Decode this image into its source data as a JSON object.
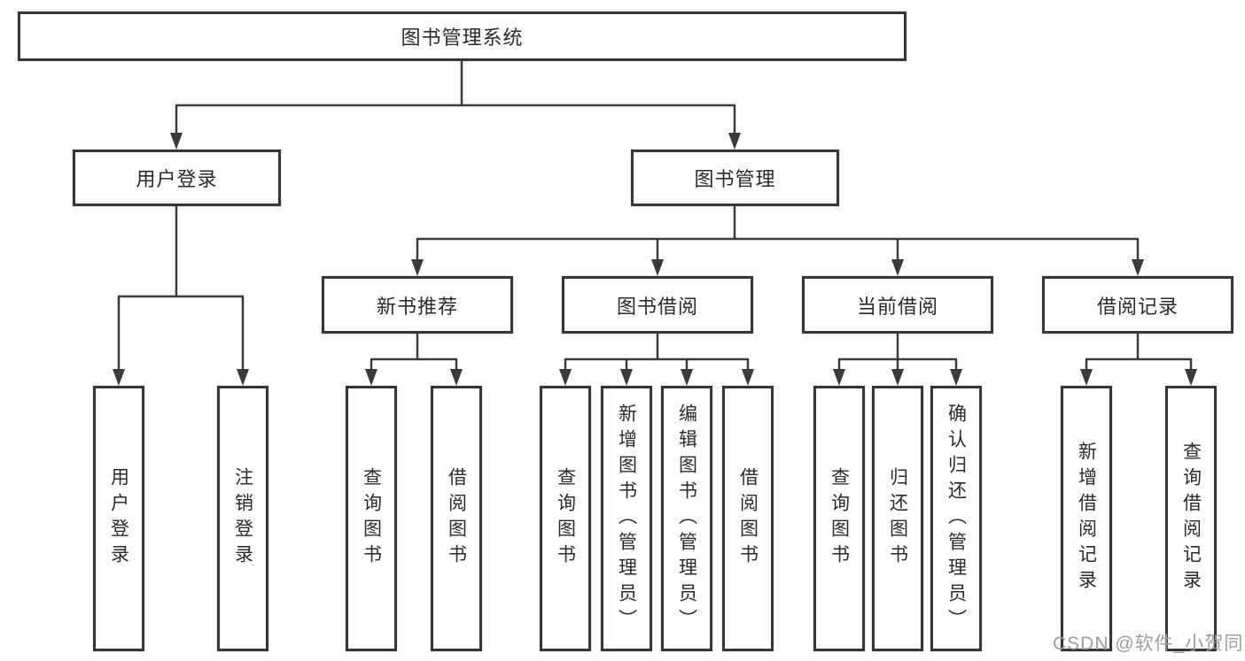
{
  "colors": {
    "line": "#3a3a3a",
    "box_border": "#363636",
    "text": "#2a2a2a",
    "watermark": "#9c9c9c",
    "background": "#ffffff"
  },
  "watermark": {
    "text": "CSDN @软件_小贺同学"
  },
  "tree": {
    "root": {
      "label": "图书管理系统",
      "children": [
        {
          "label": "用户登录",
          "children": [
            {
              "label": "用户登录"
            },
            {
              "label": "注销登录"
            }
          ]
        },
        {
          "label": "图书管理",
          "children": [
            {
              "label": "新书推荐",
              "children": [
                {
                  "label": "查询图书"
                },
                {
                  "label": "借阅图书"
                }
              ]
            },
            {
              "label": "图书借阅",
              "children": [
                {
                  "label": "查询图书"
                },
                {
                  "label": "新增图书（管理员）"
                },
                {
                  "label": "编辑图书（管理员）"
                },
                {
                  "label": "借阅图书"
                }
              ]
            },
            {
              "label": "当前借阅",
              "children": [
                {
                  "label": "查询图书"
                },
                {
                  "label": "归还图书"
                },
                {
                  "label": "确认归还（管理员）"
                }
              ]
            },
            {
              "label": "借阅记录",
              "children": [
                {
                  "label": "新增借阅记录"
                },
                {
                  "label": "查询借阅记录"
                }
              ]
            }
          ]
        }
      ]
    }
  }
}
